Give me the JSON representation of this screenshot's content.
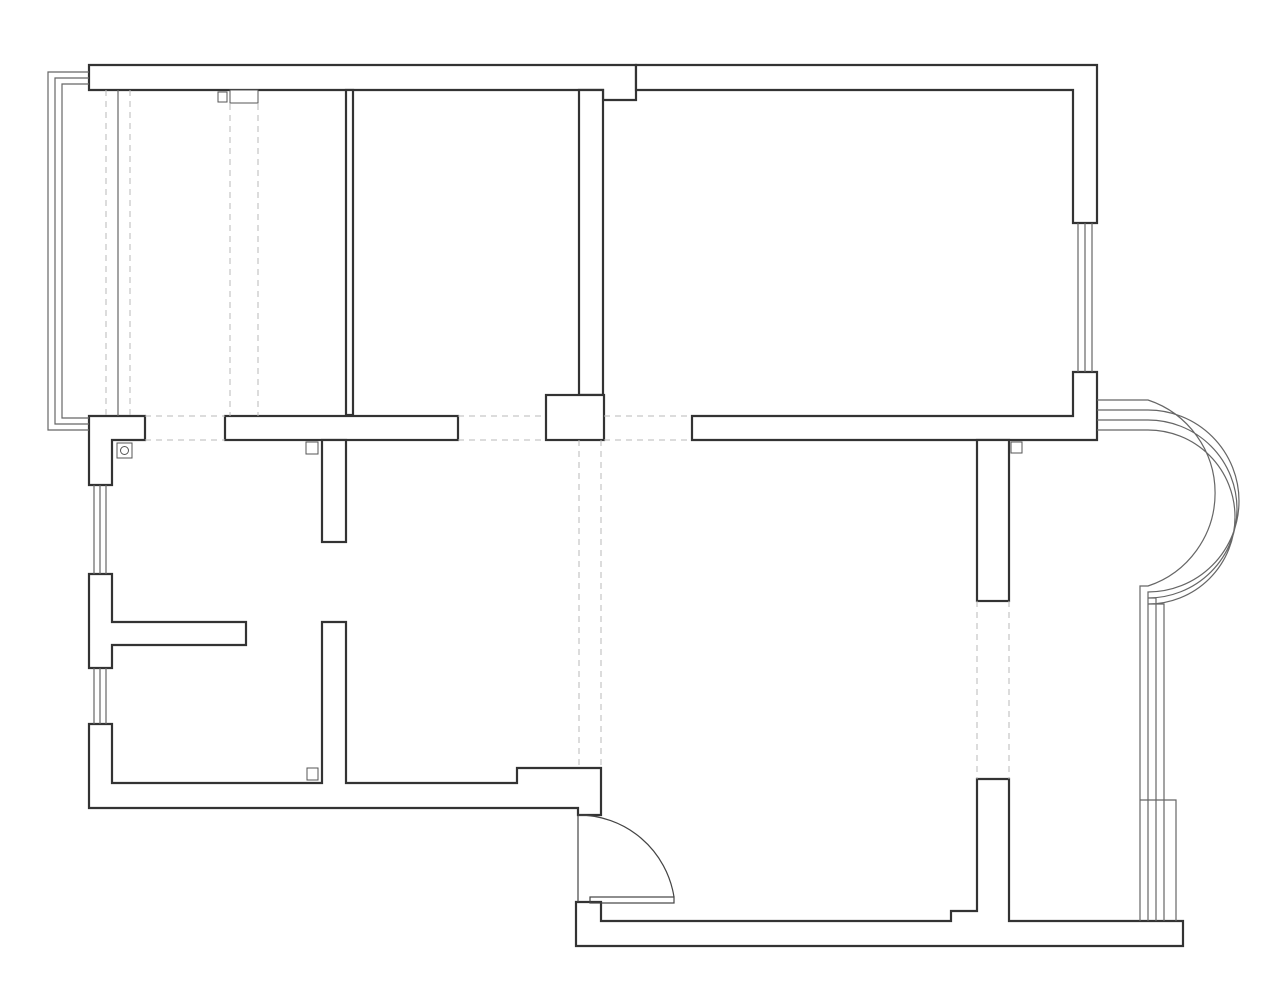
{
  "drawing": {
    "kind": "floor-plan",
    "labels": []
  },
  "colors": {
    "background": "#ffffff",
    "wall_stroke": "#333333",
    "window_stroke": "#666666",
    "opening_dash": "#b9b9b9"
  },
  "fixtures": [
    {
      "name": "switch-symbol",
      "count": 5
    },
    {
      "name": "door-swing",
      "count": 1
    }
  ]
}
